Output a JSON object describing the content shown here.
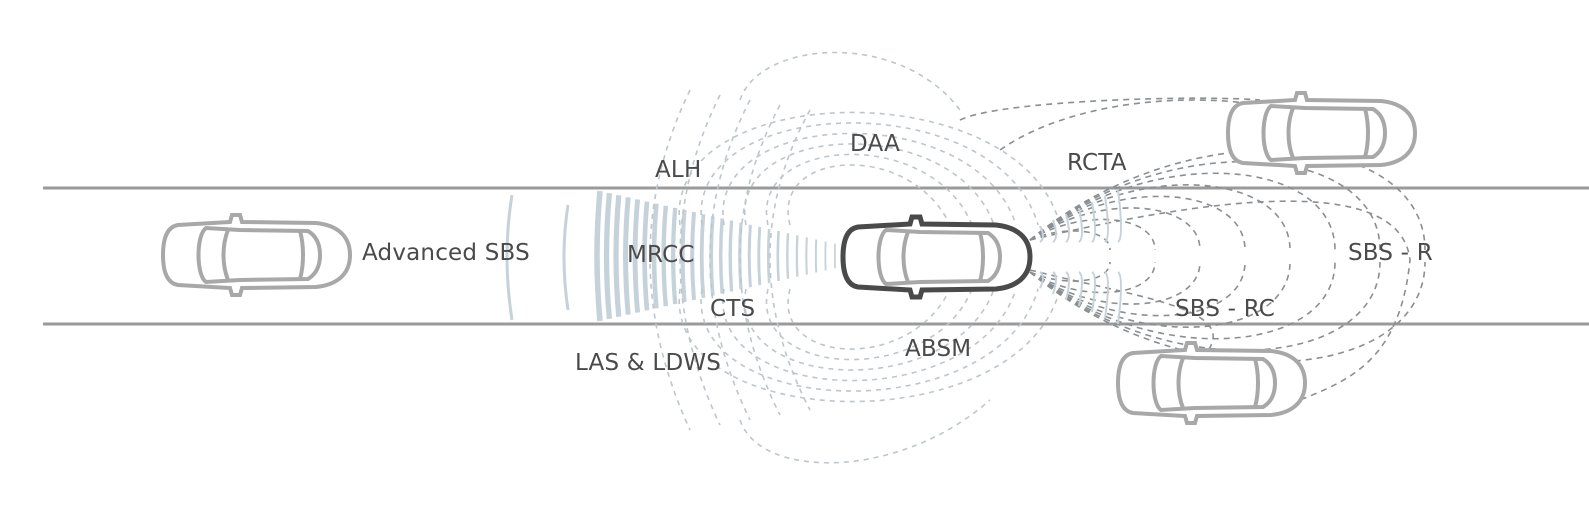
{
  "diagram": {
    "title": "Driver assistance sensor coverage around a vehicle",
    "labels": {
      "advanced_sbs": "Advanced SBS",
      "alh": "ALH",
      "daa": "DAA",
      "mrcc": "MRCC",
      "cts": "CTS",
      "las_ldws": "LAS & LDWS",
      "absm": "ABSM",
      "rcta": "RCTA",
      "sbs_r": "SBS - R",
      "sbs_rc": "SBS - RC"
    },
    "vehicles": [
      {
        "id": "ego",
        "role": "own vehicle",
        "emphasis": "dark"
      },
      {
        "id": "front",
        "role": "vehicle ahead"
      },
      {
        "id": "rear-left",
        "role": "vehicle rear adjacent lane (top)"
      },
      {
        "id": "rear-right",
        "role": "vehicle rear adjacent lane (bottom)"
      }
    ],
    "colors": {
      "road_line": "#9a9a9a",
      "label_text": "#4a4a4a",
      "ego_outline": "#4a4a4a",
      "car_outline": "#a8a8a8",
      "radar_light": "#c6d2da",
      "dash_light": "#bcc6cc",
      "dash_dark": "#8a8f93"
    }
  }
}
